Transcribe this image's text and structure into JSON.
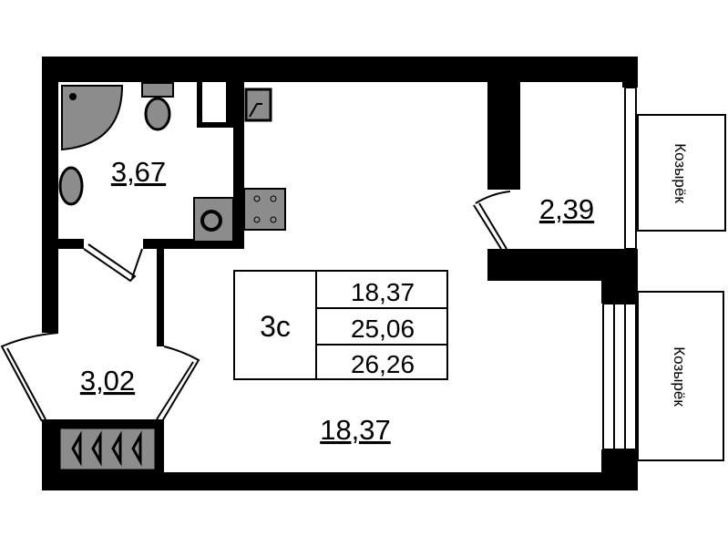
{
  "plan": {
    "rooms": {
      "bathroom_area": "3,67",
      "hallway_area": "3,02",
      "storage_area": "2,39",
      "living_area": "18,37"
    },
    "summary": {
      "type": "3с",
      "living": "18,37",
      "total": "25,06",
      "total_with_balcony": "26,26"
    },
    "canopy_label_1": "Козырёк",
    "canopy_label_2": "Козырёк"
  },
  "colors": {
    "wall": "#000000",
    "fixture": "#8c8c8c",
    "background": "#ffffff"
  }
}
